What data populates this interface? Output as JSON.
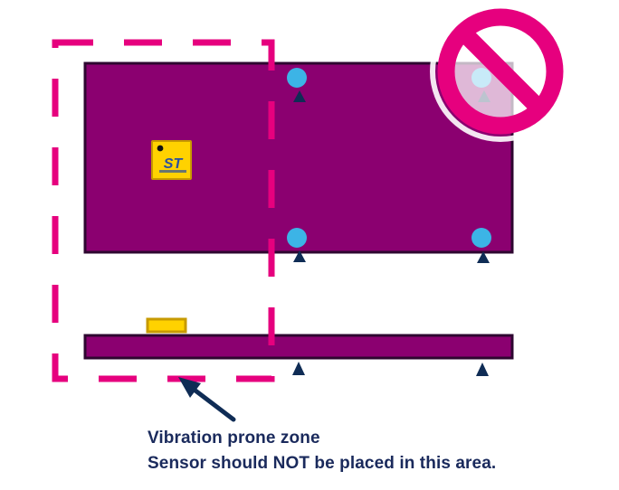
{
  "caption": {
    "line1": "Vibration prone zone",
    "line2_prefix": "Sensor should ",
    "line2_emphasis": "NOT",
    "line2_suffix": " be placed  in this area."
  },
  "chip": {
    "logo_text": "ST"
  },
  "icons": {
    "prohibition": "no-entry-icon",
    "pointer": "arrow-icon",
    "mount_point": "mounting-point-icon",
    "support": "support-triangle-icon"
  },
  "colors": {
    "board_fill": "#8b0070",
    "board_stroke": "#2e0730",
    "zone_dash": "#e6007e",
    "prohibition": "#e6007e",
    "mount_point": "#3cb4e6",
    "support": "#0f2c55",
    "chip_fill": "#ffd200",
    "chip_border": "#c79a00",
    "arrow": "#0f2c55",
    "caption": "#1a2a5c"
  }
}
